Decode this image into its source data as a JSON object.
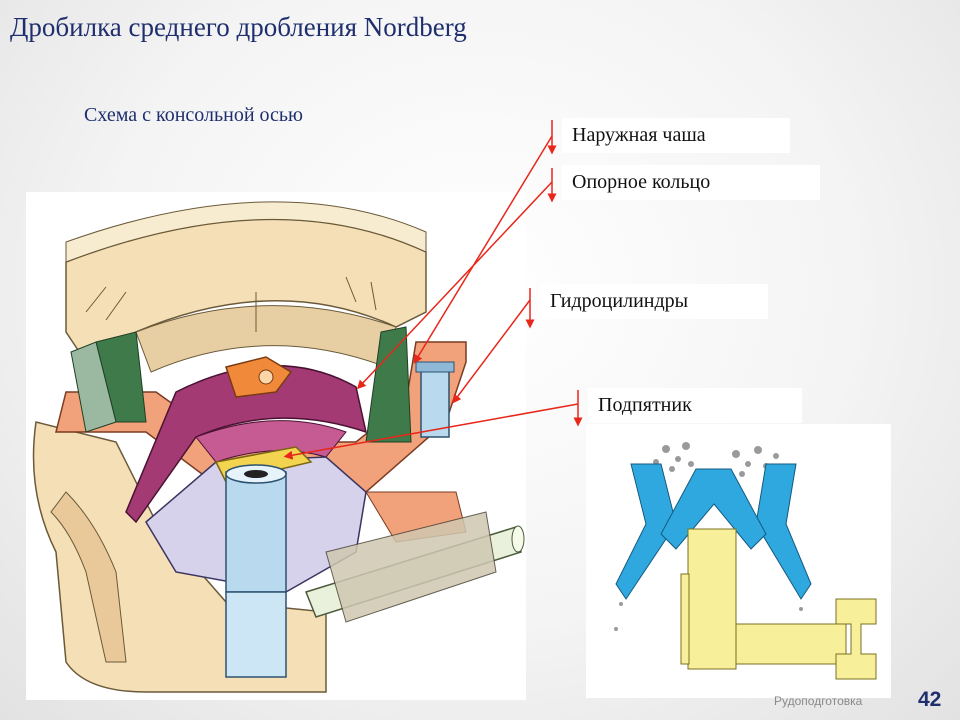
{
  "slide": {
    "title": "Дробилка среднего дробления Nordberg",
    "subtitle": "Схема с консольной осью",
    "footer": "Рудоподготовка",
    "page_number": "42"
  },
  "labels": [
    {
      "text": "Наружная чаша"
    },
    {
      "text": "Опорное кольцо"
    },
    {
      "text": "Гидроцилиндры"
    },
    {
      "text": "Подпятник"
    }
  ],
  "colors": {
    "title": "#1f2f6e",
    "pointer_line": "#e8261a",
    "casing_beige": "#f4dfb6",
    "casing_salmon": "#f2a27a",
    "mantle_magenta": "#a33a74",
    "shaft_blue": "#b9d9ee",
    "liner_green": "#3f7a4a",
    "inset_cyan": "#2ea8de",
    "inset_yellow": "#f7ef9a"
  }
}
